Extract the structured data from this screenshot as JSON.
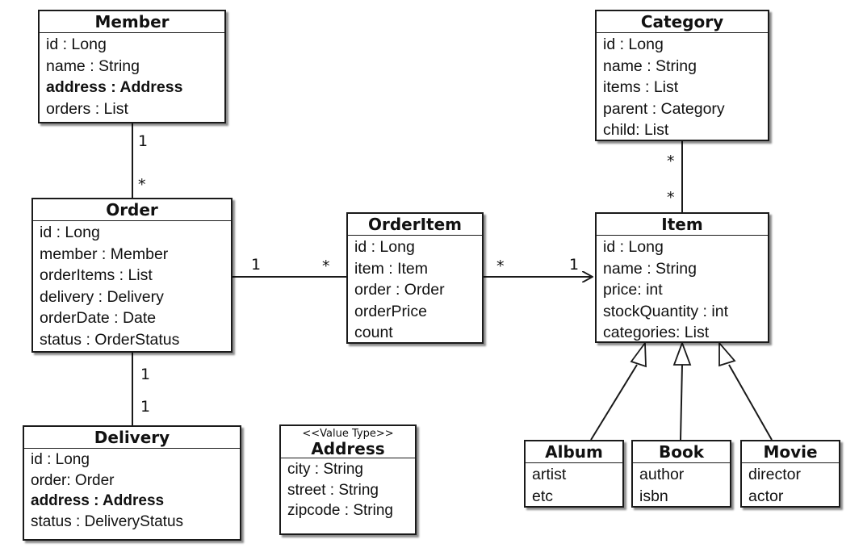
{
  "classes": {
    "member": {
      "name": "Member",
      "attrs": [
        {
          "text": "id : Long"
        },
        {
          "text": "name : String"
        },
        {
          "text": "address : Address",
          "bold": true
        },
        {
          "text": "orders : List"
        }
      ]
    },
    "order": {
      "name": "Order",
      "attrs": [
        {
          "text": "id : Long"
        },
        {
          "text": "member : Member"
        },
        {
          "text": "orderItems : List"
        },
        {
          "text": "delivery : Delivery"
        },
        {
          "text": "orderDate : Date"
        },
        {
          "text": "status : OrderStatus"
        }
      ]
    },
    "delivery": {
      "name": "Delivery",
      "attrs": [
        {
          "text": "id : Long"
        },
        {
          "text": "order: Order"
        },
        {
          "text": "address : Address",
          "bold": true
        },
        {
          "text": "status : DeliveryStatus"
        }
      ]
    },
    "orderitem": {
      "name": "OrderItem",
      "attrs": [
        {
          "text": "id : Long"
        },
        {
          "text": "item : Item"
        },
        {
          "text": "order : Order"
        },
        {
          "text": "orderPrice"
        },
        {
          "text": "count"
        }
      ]
    },
    "address": {
      "stereotype": "<<Value Type>>",
      "name": "Address",
      "attrs": [
        {
          "text": "city : String"
        },
        {
          "text": "street : String"
        },
        {
          "text": "zipcode : String"
        }
      ]
    },
    "category": {
      "name": "Category",
      "attrs": [
        {
          "text": "id : Long"
        },
        {
          "text": "name : String"
        },
        {
          "text": "items : List"
        },
        {
          "text": "parent : Category"
        },
        {
          "text": "child: List"
        }
      ]
    },
    "item": {
      "name": "Item",
      "attrs": [
        {
          "text": "id : Long"
        },
        {
          "text": "name : String"
        },
        {
          "text": "price: int"
        },
        {
          "text": "stockQuantity : int"
        },
        {
          "text": "categories: List"
        }
      ]
    },
    "album": {
      "name": "Album",
      "attrs": [
        {
          "text": "artist"
        },
        {
          "text": "etc"
        }
      ]
    },
    "book": {
      "name": "Book",
      "attrs": [
        {
          "text": "author"
        },
        {
          "text": "isbn"
        }
      ]
    },
    "movie": {
      "name": "Movie",
      "attrs": [
        {
          "text": "director"
        },
        {
          "text": "actor"
        }
      ]
    }
  },
  "associations": {
    "member_order": {
      "source": "Member",
      "target": "Order",
      "source_mult": "1",
      "target_mult": "*"
    },
    "order_orderitem": {
      "source": "Order",
      "target": "OrderItem",
      "source_mult": "1",
      "target_mult": "*"
    },
    "orderitem_item": {
      "source": "OrderItem",
      "target": "Item",
      "source_mult": "*",
      "target_mult": "1",
      "navigable": true
    },
    "category_item": {
      "source": "Category",
      "target": "Item",
      "source_mult": "*",
      "target_mult": "*"
    },
    "order_delivery": {
      "source": "Order",
      "target": "Delivery",
      "source_mult": "1",
      "target_mult": "1"
    }
  },
  "generalizations": [
    {
      "child": "Album",
      "parent": "Item"
    },
    {
      "child": "Book",
      "parent": "Item"
    },
    {
      "child": "Movie",
      "parent": "Item"
    }
  ],
  "colors": {
    "stroke": "#1a1a1a",
    "background": "#ffffff",
    "text": "#111111"
  }
}
